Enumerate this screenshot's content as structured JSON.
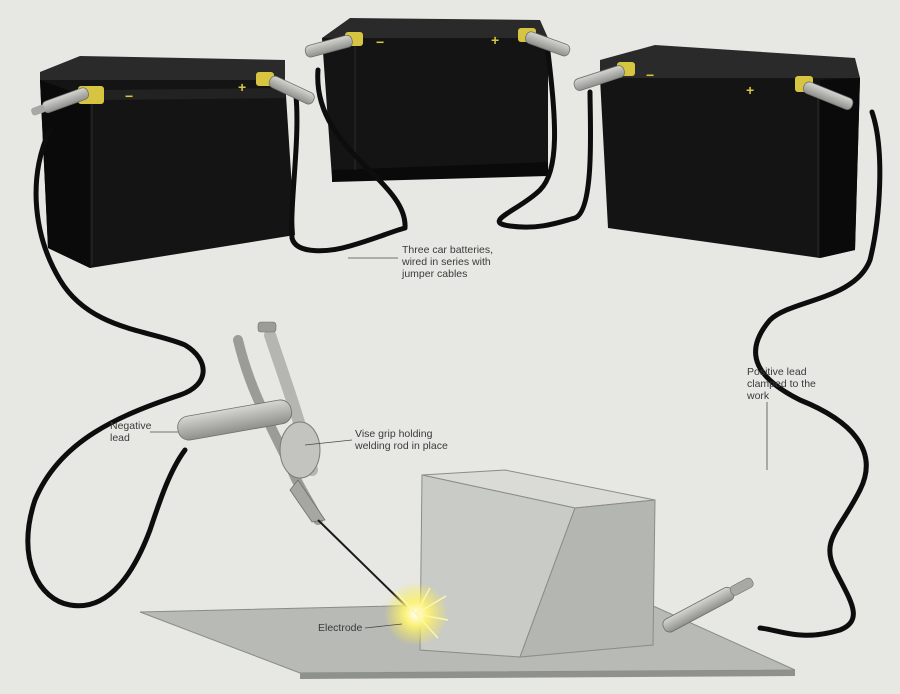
{
  "diagram": {
    "labels": {
      "batteries": "Three car batteries,\nwired in series with\njumper cables",
      "positive_lead": "Positive lead\nclamped to the\nwork",
      "negative_lead": "Negative\nlead",
      "vise_grip": "Vise grip holding\nwelding rod in place",
      "electrode": "Electrode"
    },
    "terminal_signs": {
      "negative": "−",
      "positive": "+"
    },
    "colors": {
      "background": "#e7e8e3",
      "battery_body": "#141414",
      "terminal": "#e3d04a",
      "cable": "#0d0d0d",
      "metal": "#b9bab6",
      "spark": "#f6e84a"
    }
  }
}
